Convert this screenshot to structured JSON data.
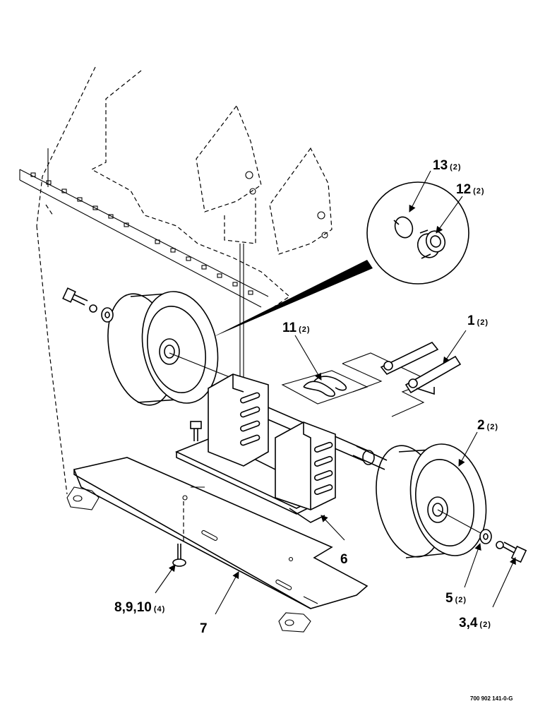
{
  "figure": {
    "drawing_number": "700 902 141-0-G"
  },
  "callouts": [
    {
      "id": "c1",
      "label": "1",
      "qty": "(2)"
    },
    {
      "id": "c2",
      "label": "2",
      "qty": "(2)"
    },
    {
      "id": "c3",
      "label": "3,4",
      "qty": "(2)"
    },
    {
      "id": "c5",
      "label": "5",
      "qty": "(2)"
    },
    {
      "id": "c6",
      "label": "6",
      "qty": ""
    },
    {
      "id": "c7",
      "label": "7",
      "qty": ""
    },
    {
      "id": "c8",
      "label": "8,9,10",
      "qty": "(4)"
    },
    {
      "id": "c11",
      "label": "11",
      "qty": "(2)"
    },
    {
      "id": "c12",
      "label": "12",
      "qty": "(2)"
    },
    {
      "id": "c13",
      "label": "13",
      "qty": "(2)"
    }
  ]
}
